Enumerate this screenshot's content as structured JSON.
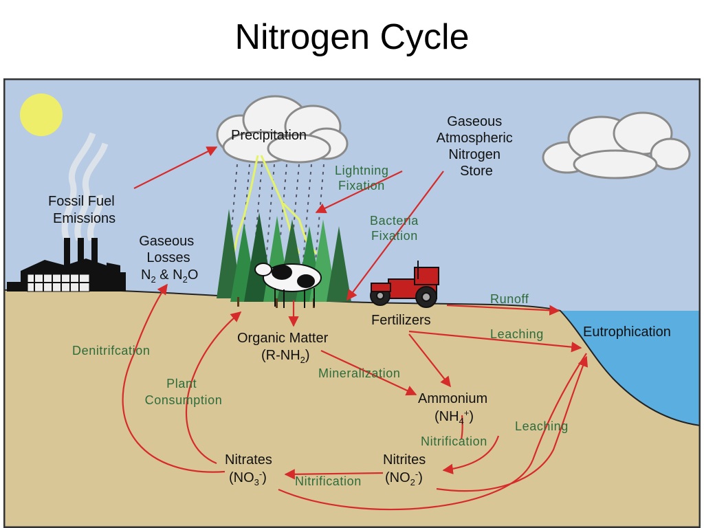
{
  "title": "Nitrogen Cycle",
  "labels": {
    "precipitation": "Precipitation",
    "atmospheric_store": [
      "Gaseous",
      "Atmospheric",
      "Nitrogen",
      "Store"
    ],
    "lightning_fixation": [
      "Lightning",
      "Fixation"
    ],
    "bacteria_fixation": [
      "Bacteria",
      "Fixation"
    ],
    "fossil_fuel": [
      "Fossil Fuel",
      "Emissions"
    ],
    "gaseous_losses": [
      "Gaseous",
      "Losses"
    ],
    "gaseous_losses_formula": {
      "a": "N",
      "a_sub": "2",
      "amp": " & N",
      "b_sub": "2",
      "b": "O"
    },
    "runoff": "Runoff",
    "fertilizers": "Fertilizers",
    "leaching_top": "Leaching",
    "eutrophication": "Eutrophication",
    "organic_matter": "Organic Matter",
    "organic_formula": {
      "a": "(R-NH",
      "sub": "2",
      "b": ")"
    },
    "denitrification": "Denitrifcation",
    "plant_consumption": [
      "Plant",
      "Consumption"
    ],
    "mineralization": "Mineralization",
    "ammonium": "Ammonium",
    "ammonium_formula": {
      "a": "(NH",
      "sub": "4",
      "sup": "+",
      "b": ")"
    },
    "nitrification_right": "Nitrification",
    "leaching_right": "Leaching",
    "nitrates": "Nitrates",
    "nitrates_formula": {
      "a": "(NO",
      "sub": "3",
      "sup": "-",
      "b": ")"
    },
    "nitrification_bottom": "Nitrification",
    "nitrites": "Nitrites",
    "nitrites_formula": {
      "a": "(NO",
      "sub": "2",
      "sup": "-",
      "b": ")"
    }
  },
  "colors": {
    "sky": "#b7cce4",
    "ground": "#d9c697",
    "water": "#5aaee0",
    "arrow": "#d62b2b",
    "process_text": "#2e6b3a",
    "sun": "#eeee6a"
  }
}
